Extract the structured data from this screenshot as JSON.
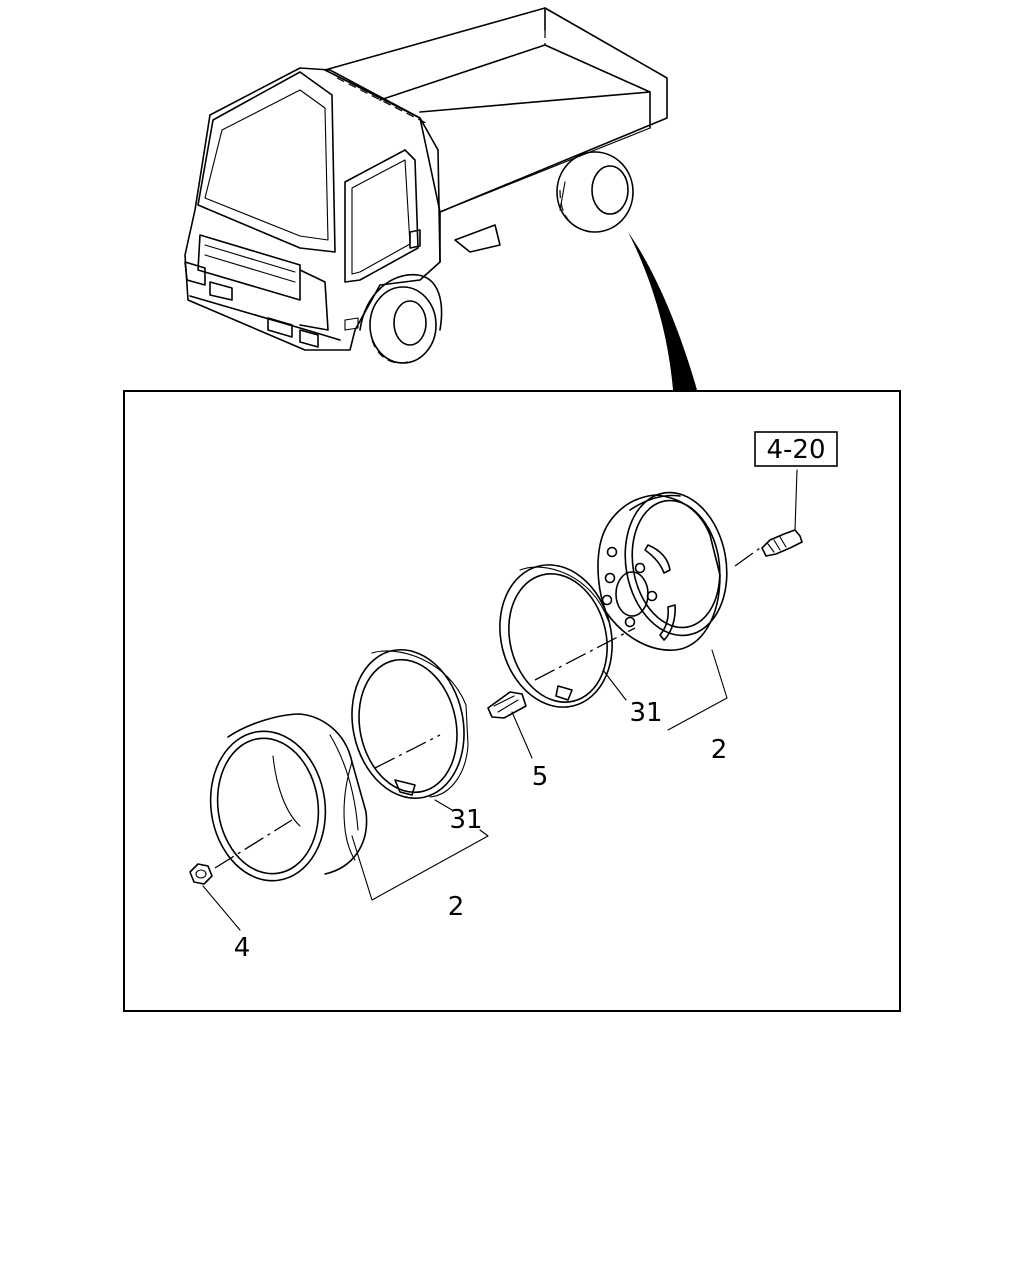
{
  "diagram": {
    "reference_label": "4-20",
    "callouts": {
      "rim_front": "2",
      "rim_rear": "2",
      "ring_front": "31",
      "ring_rear": "31",
      "stud": "5",
      "nut": "4"
    }
  }
}
